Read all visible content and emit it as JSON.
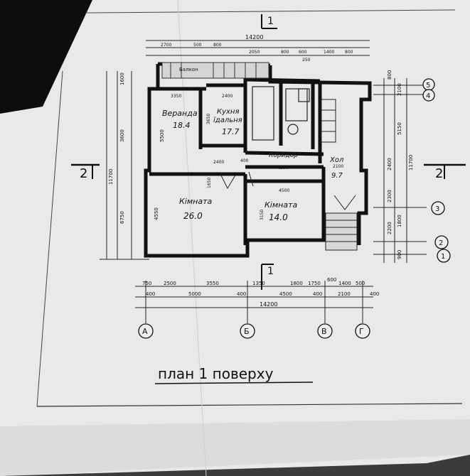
{
  "sheet": {
    "title": "план 1 поверху",
    "total_width": "14200",
    "total_depth": "11700"
  },
  "rooms": [
    {
      "name": "Веранда",
      "area": "18.4"
    },
    {
      "name": "Кухня їдальня",
      "name_line1": "Кухня",
      "name_line2": "їдальня",
      "area": "17.7"
    },
    {
      "name": "Кімната",
      "area": "26.0"
    },
    {
      "name": "Кімната",
      "area": "14.0"
    },
    {
      "name": "Хол",
      "area": "9.7"
    },
    {
      "name": "Коридор",
      "area": ""
    },
    {
      "name": "Балкон",
      "area": ""
    }
  ],
  "axes": {
    "columns": [
      "А",
      "Б",
      "В",
      "Г"
    ],
    "rows": [
      "1",
      "2",
      "3",
      "4",
      "5"
    ]
  },
  "section_marks": {
    "top": "1",
    "bottom": "1",
    "left": "2",
    "right": "2"
  },
  "dimensions": {
    "top_row": [
      "2700",
      "500",
      "800",
      "2050",
      "800",
      "600",
      "1400",
      "250",
      "800"
    ],
    "bottom_row1": [
      "750",
      "2500",
      "3550",
      "1350",
      "1800",
      "1750",
      "600",
      "1400",
      "500"
    ],
    "bottom_row2": [
      "400",
      "5000",
      "400",
      "4500",
      "400",
      "2100",
      "400"
    ],
    "left": [
      "1600",
      "3600",
      "5500",
      "4550",
      "6750",
      "11700"
    ],
    "right": [
      "800",
      "2100",
      "5150",
      "2400",
      "2300",
      "2200",
      "11700",
      "1800",
      "900"
    ],
    "interior": [
      "3350",
      "2400",
      "3650",
      "2400",
      "4500",
      "4500",
      "2100",
      "3150",
      "1650",
      "400"
    ]
  }
}
